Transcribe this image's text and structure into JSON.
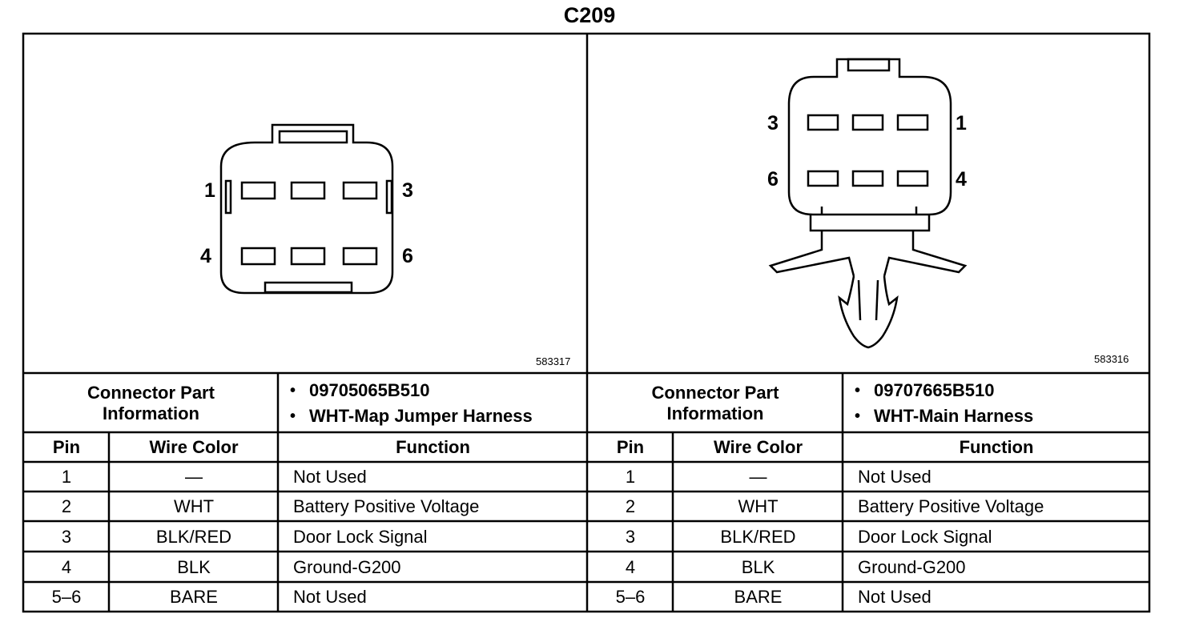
{
  "title": "C209",
  "left": {
    "figure_number": "583317",
    "pin_labels": [
      "1",
      "3",
      "4",
      "6"
    ],
    "connector_part_label": [
      "Connector Part",
      "Information"
    ],
    "part_info": [
      "09705065B510",
      "WHT-Map Jumper Harness"
    ],
    "headers": [
      "Pin",
      "Wire Color",
      "Function"
    ],
    "rows": [
      [
        "1",
        "—",
        "Not Used"
      ],
      [
        "2",
        "WHT",
        "Battery Positive Voltage"
      ],
      [
        "3",
        "BLK/RED",
        "Door Lock Signal"
      ],
      [
        "4",
        "BLK",
        "Ground-G200"
      ],
      [
        "5–6",
        "BARE",
        "Not Used"
      ]
    ]
  },
  "right": {
    "figure_number": "583316",
    "pin_labels": [
      "3",
      "1",
      "6",
      "4"
    ],
    "connector_part_label": [
      "Connector Part",
      "Information"
    ],
    "part_info": [
      "09707665B510",
      "WHT-Main Harness"
    ],
    "headers": [
      "Pin",
      "Wire Color",
      "Function"
    ],
    "rows": [
      [
        "1",
        "—",
        "Not Used"
      ],
      [
        "2",
        "WHT",
        "Battery Positive Voltage"
      ],
      [
        "3",
        "BLK/RED",
        "Door Lock Signal"
      ],
      [
        "4",
        "BLK",
        "Ground-G200"
      ],
      [
        "5–6",
        "BARE",
        "Not Used"
      ]
    ]
  }
}
